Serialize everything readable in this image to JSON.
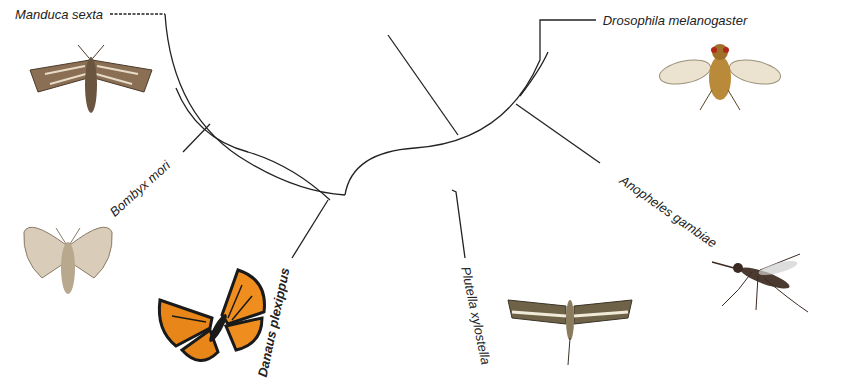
{
  "diagram": {
    "labels": [
      "Manduca sexta",
      "Drosophila melanogaster",
      "Bombyx mori",
      "Danaus plexippus",
      "Plutella xylostella",
      "Anopheles gambiae"
    ]
  }
}
